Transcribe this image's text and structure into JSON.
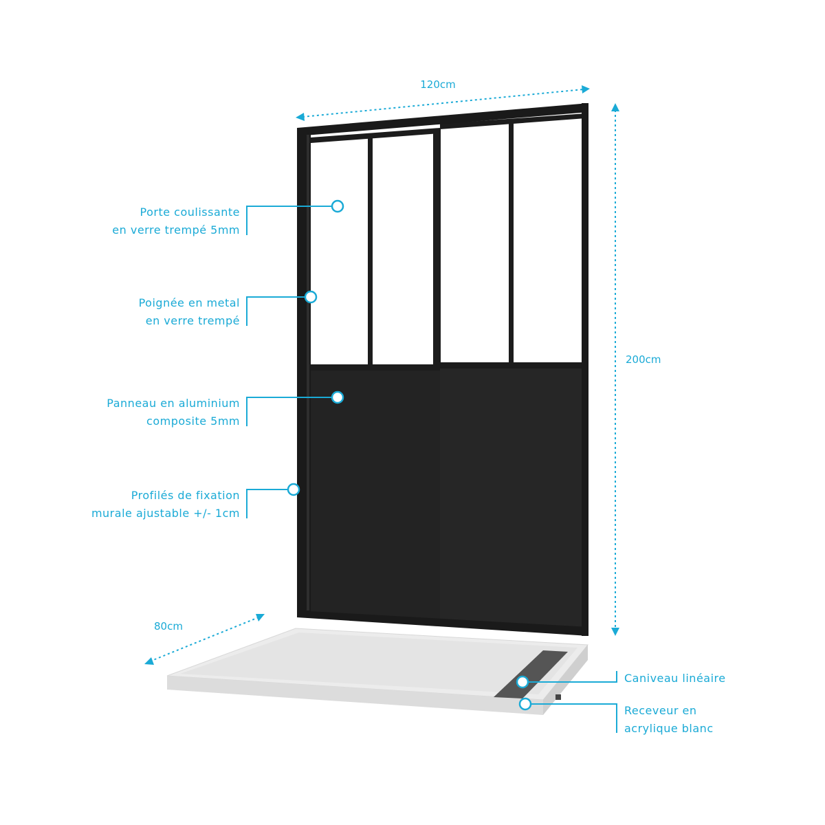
{
  "dimensions": {
    "width": "120cm",
    "height": "200cm",
    "depth": "80cm"
  },
  "callouts": [
    {
      "line1": "Porte coulissante",
      "line2": "en verre trempé 5mm"
    },
    {
      "line1": "Poignée en metal",
      "line2": "en verre trempé"
    },
    {
      "line1": "Panneau en aluminium",
      "line2": "composite 5mm"
    },
    {
      "line1": "Profilés de fixation",
      "line2": "murale ajustable +/- 1cm"
    },
    {
      "line1": "Caniveau linéaire"
    },
    {
      "line1": "Receveur en",
      "line2": "acrylique blanc"
    }
  ],
  "colors": {
    "accent": "#1aaad6",
    "frame": "#1c1c1c",
    "tray": "#e6e6e6"
  }
}
